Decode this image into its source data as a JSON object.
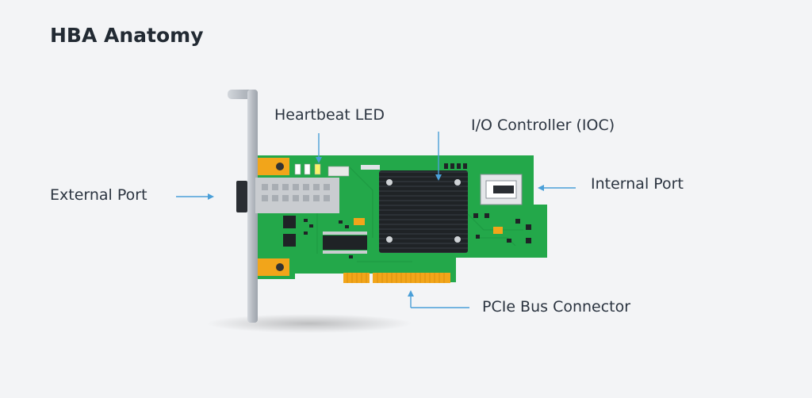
{
  "title": "HBA Anatomy",
  "labels": {
    "heartbeat_led": "Heartbeat LED",
    "io_controller": "I/O Controller (IOC)",
    "external_port": "External Port",
    "internal_port": "Internal Port",
    "pcie_connector": "PCIe Bus Connector"
  },
  "colors": {
    "background": "#f3f4f6",
    "pcb": "#23a84a",
    "pcb_dark": "#1c8f3d",
    "gold": "#f2a51a",
    "heatsink": "#1f2326",
    "bracket": "#b7bcc3",
    "arrow": "#4a9fd8"
  }
}
